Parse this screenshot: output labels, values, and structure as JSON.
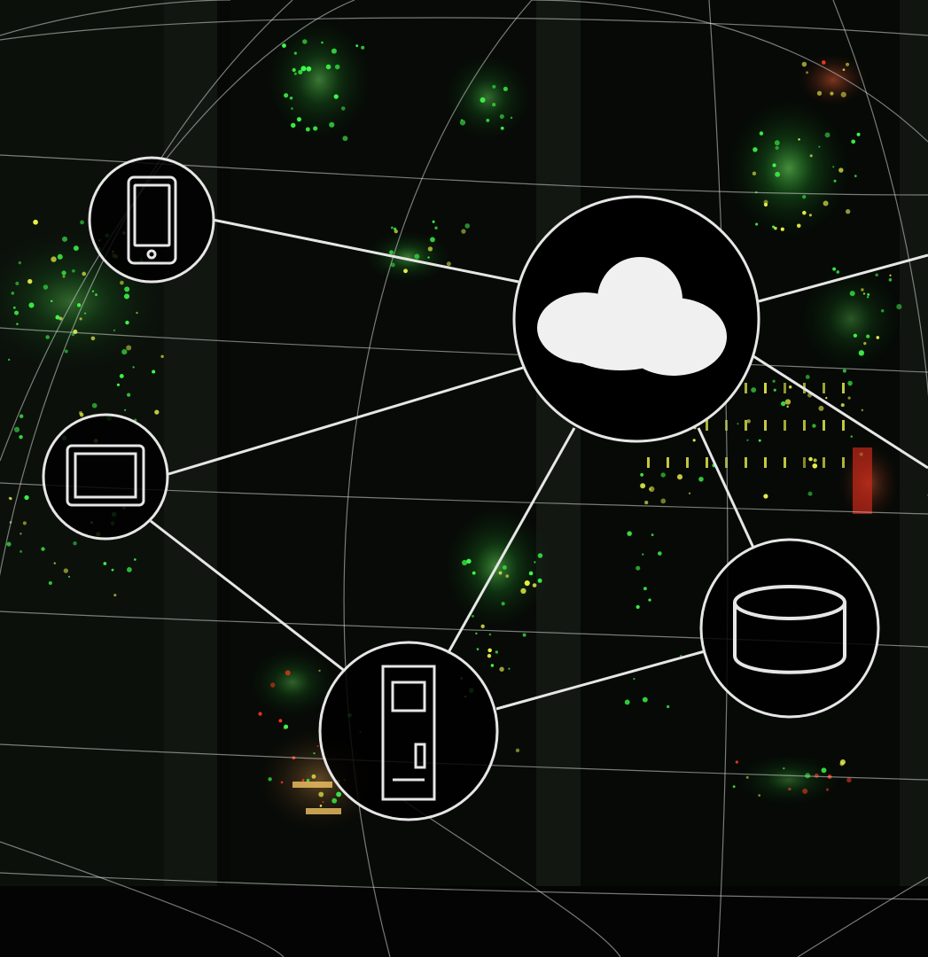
{
  "scene": {
    "colors": {
      "background": "#050805",
      "rack": "#0d120d",
      "rack_edge": "#2a2f2a",
      "led_green": "#3dff4a",
      "led_yellow": "#e8f04a",
      "led_red": "#ff3a20",
      "line": "#e6e6e6",
      "node_fill": "#000000",
      "cloud": "#f0f0f0",
      "grid": "#d8d8d8"
    },
    "nodes": [
      {
        "id": "cloud",
        "icon": "cloud-icon",
        "role": "hub"
      },
      {
        "id": "smartphone",
        "icon": "smartphone-icon"
      },
      {
        "id": "tablet",
        "icon": "tablet-icon"
      },
      {
        "id": "server",
        "icon": "server-tower-icon"
      },
      {
        "id": "database",
        "icon": "database-icon"
      }
    ],
    "links": [
      {
        "from": "smartphone",
        "to": "cloud"
      },
      {
        "from": "tablet",
        "to": "cloud"
      },
      {
        "from": "tablet",
        "to": "server"
      },
      {
        "from": "server",
        "to": "cloud"
      },
      {
        "from": "server",
        "to": "database"
      },
      {
        "from": "database",
        "to": "cloud"
      },
      {
        "from": "cloud",
        "to": "offscreen-right-top"
      },
      {
        "from": "cloud",
        "to": "offscreen-right-bottom"
      }
    ]
  }
}
